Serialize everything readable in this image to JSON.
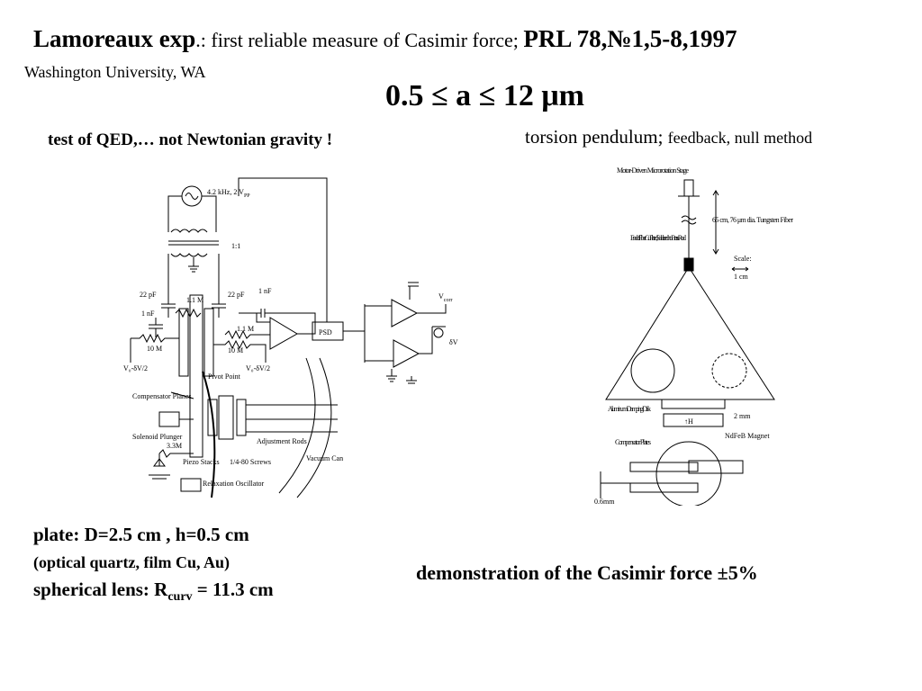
{
  "slide": {
    "title_bold": "Lamoreaux exp",
    "title_sep": ".:",
    "title_desc": " first reliable measure of Casimir force; ",
    "title_ref": "PRL 78,№1,5-8,1997",
    "affiliation": "Washington University, WA",
    "range": "0.5 ≤ a ≤ 12  μm",
    "qed_note": "test of QED,… not Newtonian gravity !",
    "torsion_main": "torsion pendulum; ",
    "torsion_small": "feedback, null method",
    "plate_dims": "plate: D=2.5 cm , h=0.5 cm",
    "plate_material": "(optical quartz, film Cu, Au)",
    "lens_label": "spherical lens: R",
    "lens_sub": "curv",
    "lens_value": " = 11.3 cm",
    "demo": "demonstration of the Casimir force  ±5%"
  },
  "circuit": {
    "source": "4.2 kHz, 2 V",
    "source_sub": "PP",
    "transformer": "1:1",
    "cap_left": "22 pF",
    "res_top": "1.1 M",
    "cap_right": "22 pF",
    "cap_nf_right": "1 nF",
    "cap_nf_left": "1 nF",
    "res_mid": "1.1 M",
    "res_10m_left": "10 M",
    "res_10m_right": "10 M",
    "v0_left": "V₀-δV/2",
    "v0_right": "V₀-δV/2",
    "psd": "PSD",
    "vcorr": "V",
    "vcorr_sub": "corr",
    "dv": "δV",
    "pivot": "Pivot Point",
    "comp_planes": "Compensator Planes",
    "solenoid": "Solenoid Plunger",
    "res_33m": "3.3M",
    "piezo": "Piezo Stacks",
    "screws": "1/4-80 Screws",
    "adj_rods": "Adjustment Rods",
    "vacuum": "Vacuum Can",
    "relax": "Relaxation Oscillator"
  },
  "pendulum": {
    "stage": "Motor-Driven Microrotation Stage",
    "fiber": "65 cm, 76 μm dia. Tungsten Fiber",
    "fiber_end": "End of Fiber Cu Plated, Soldered into Brass Rod",
    "scale": "Scale:",
    "scale_val": "1 cm",
    "damping": "Aluminum Damping Disk",
    "h_label": "↑H",
    "gap": "2 mm",
    "magnet": "NdFeB Magnet",
    "comp_plates": "Compensator Plates",
    "spacing": "0.6mm"
  }
}
